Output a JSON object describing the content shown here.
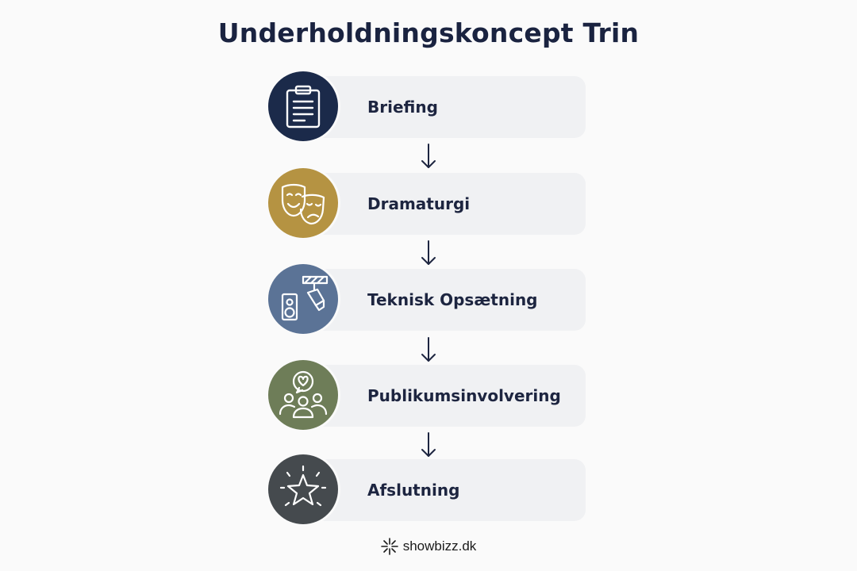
{
  "title": "Underholdningskoncept Trin",
  "steps": [
    {
      "label": "Briefing",
      "icon": "clipboard-icon",
      "color": "#1b2a4a"
    },
    {
      "label": "Dramaturgi",
      "icon": "theater-masks-icon",
      "color": "#b59342"
    },
    {
      "label": "Teknisk Opsætning",
      "icon": "speaker-spotlight-icon",
      "color": "#5b7396"
    },
    {
      "label": "Publikumsinvolvering",
      "icon": "audience-heart-icon",
      "color": "#6e7d58"
    },
    {
      "label": "Afslutning",
      "icon": "star-icon",
      "color": "#454a4e"
    }
  ],
  "footer": {
    "brand": "showbizz.dk",
    "icon": "sparkle-icon"
  }
}
